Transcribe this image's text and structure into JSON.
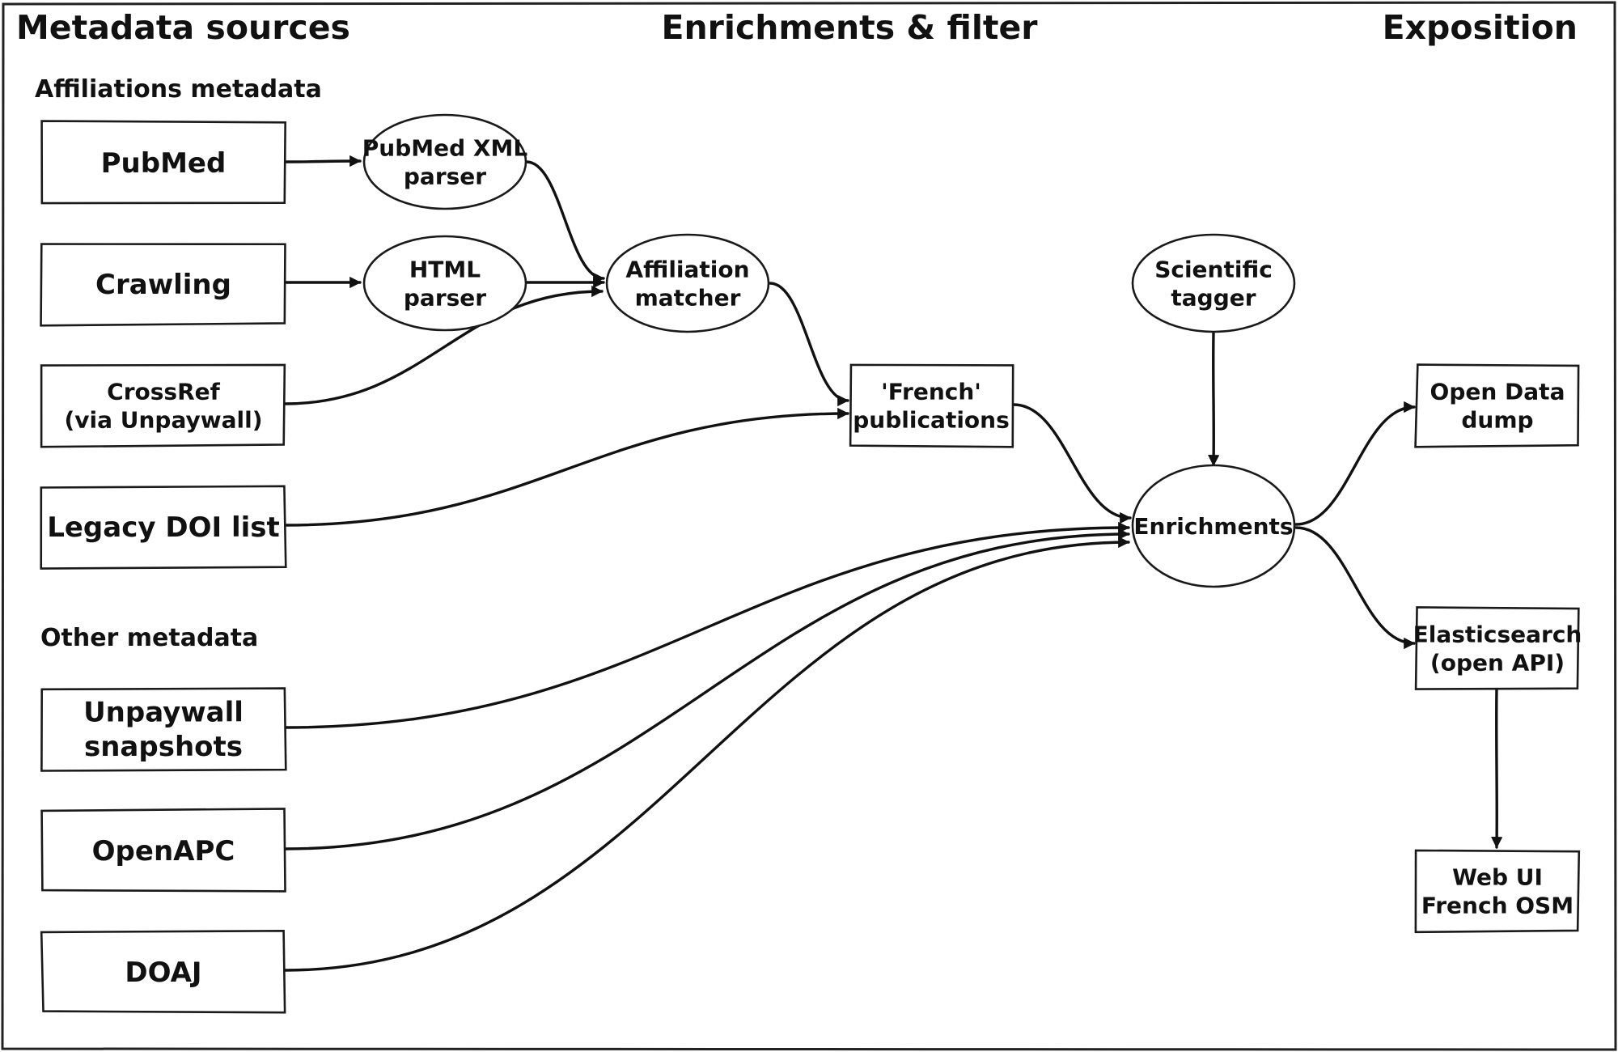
{
  "sections": {
    "sources": "Metadata sources",
    "enrichments": "Enrichments & filter",
    "exposition": "Exposition"
  },
  "groups": {
    "affiliations": "Affiliations metadata",
    "other": "Other metadata"
  },
  "nodes": {
    "pubmed": [
      "PubMed"
    ],
    "crawling": [
      "Crawling"
    ],
    "crossref": [
      "CrossRef",
      "(via Unpaywall)"
    ],
    "legacy_doi": [
      "Legacy DOI list"
    ],
    "unpaywall": [
      "Unpaywall",
      "snapshots"
    ],
    "openapc": [
      "OpenAPC"
    ],
    "doaj": [
      "DOAJ"
    ],
    "pubmed_parser": [
      "PubMed XML",
      "parser"
    ],
    "html_parser": [
      "HTML",
      "parser"
    ],
    "affiliation_matcher": [
      "Affiliation",
      "matcher"
    ],
    "french_pubs": [
      "'French'",
      "publications"
    ],
    "scientific_tagger": [
      "Scientific",
      "tagger"
    ],
    "enrichments": [
      "Enrichments"
    ],
    "open_data_dump": [
      "Open Data",
      "dump"
    ],
    "elasticsearch": [
      "Elasticsearch",
      "(open API)"
    ],
    "web_ui": [
      "Web UI",
      "French OSM"
    ]
  },
  "edges": [
    [
      "pubmed",
      "pubmed_parser"
    ],
    [
      "crawling",
      "html_parser"
    ],
    [
      "pubmed_parser",
      "affiliation_matcher"
    ],
    [
      "html_parser",
      "affiliation_matcher"
    ],
    [
      "crossref",
      "affiliation_matcher"
    ],
    [
      "affiliation_matcher",
      "french_pubs"
    ],
    [
      "legacy_doi",
      "french_pubs"
    ],
    [
      "french_pubs",
      "enrichments"
    ],
    [
      "scientific_tagger",
      "enrichments"
    ],
    [
      "unpaywall",
      "enrichments"
    ],
    [
      "openapc",
      "enrichments"
    ],
    [
      "doaj",
      "enrichments"
    ],
    [
      "enrichments",
      "open_data_dump"
    ],
    [
      "enrichments",
      "elasticsearch"
    ],
    [
      "elasticsearch",
      "web_ui"
    ]
  ],
  "colors": {
    "stroke": "#1a1a1a",
    "text": "#111111",
    "background": "#ffffff"
  }
}
